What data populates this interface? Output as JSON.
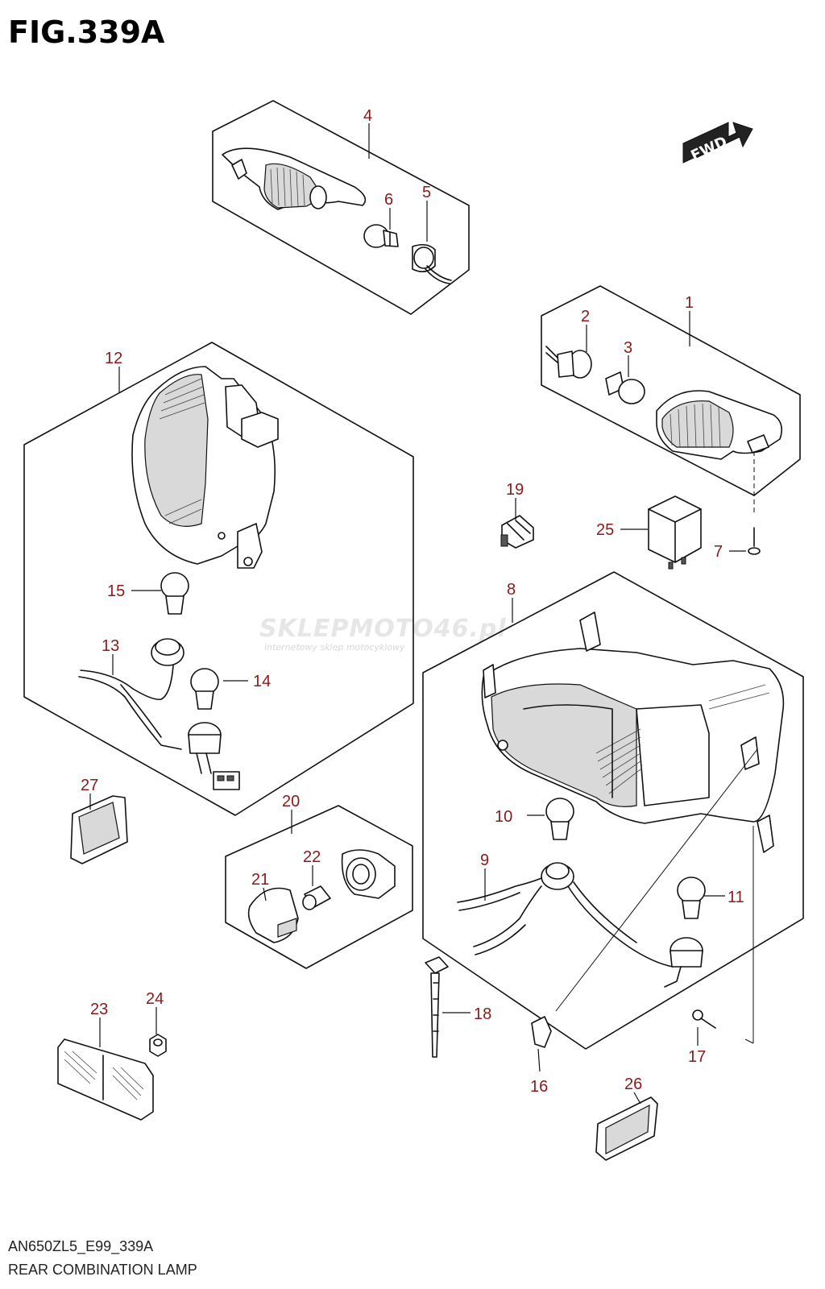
{
  "figure": {
    "title": "FIG.339A",
    "code": "AN650ZL5_E99_339A",
    "caption": "REAR COMBINATION LAMP"
  },
  "direction_badge": {
    "label": "FWD"
  },
  "watermark": {
    "brand": "SKLEPMOTO46.pl",
    "tagline": "internetowy sklep motocyklowy"
  },
  "callouts": [
    {
      "id": "1",
      "label": "1"
    },
    {
      "id": "2",
      "label": "2"
    },
    {
      "id": "3",
      "label": "3"
    },
    {
      "id": "4",
      "label": "4"
    },
    {
      "id": "5",
      "label": "5"
    },
    {
      "id": "6",
      "label": "6"
    },
    {
      "id": "7",
      "label": "7"
    },
    {
      "id": "8",
      "label": "8"
    },
    {
      "id": "9",
      "label": "9"
    },
    {
      "id": "10",
      "label": "10"
    },
    {
      "id": "11",
      "label": "11"
    },
    {
      "id": "12",
      "label": "12"
    },
    {
      "id": "13",
      "label": "13"
    },
    {
      "id": "14",
      "label": "14"
    },
    {
      "id": "15",
      "label": "15"
    },
    {
      "id": "16",
      "label": "16"
    },
    {
      "id": "17",
      "label": "17"
    },
    {
      "id": "18",
      "label": "18"
    },
    {
      "id": "19",
      "label": "19"
    },
    {
      "id": "20",
      "label": "20"
    },
    {
      "id": "21",
      "label": "21"
    },
    {
      "id": "22",
      "label": "22"
    },
    {
      "id": "23",
      "label": "23"
    },
    {
      "id": "24",
      "label": "24"
    },
    {
      "id": "25",
      "label": "25"
    },
    {
      "id": "26",
      "label": "26"
    },
    {
      "id": "27",
      "label": "27"
    }
  ],
  "colors": {
    "callout": "#8b1a1a",
    "line": "#111111"
  }
}
